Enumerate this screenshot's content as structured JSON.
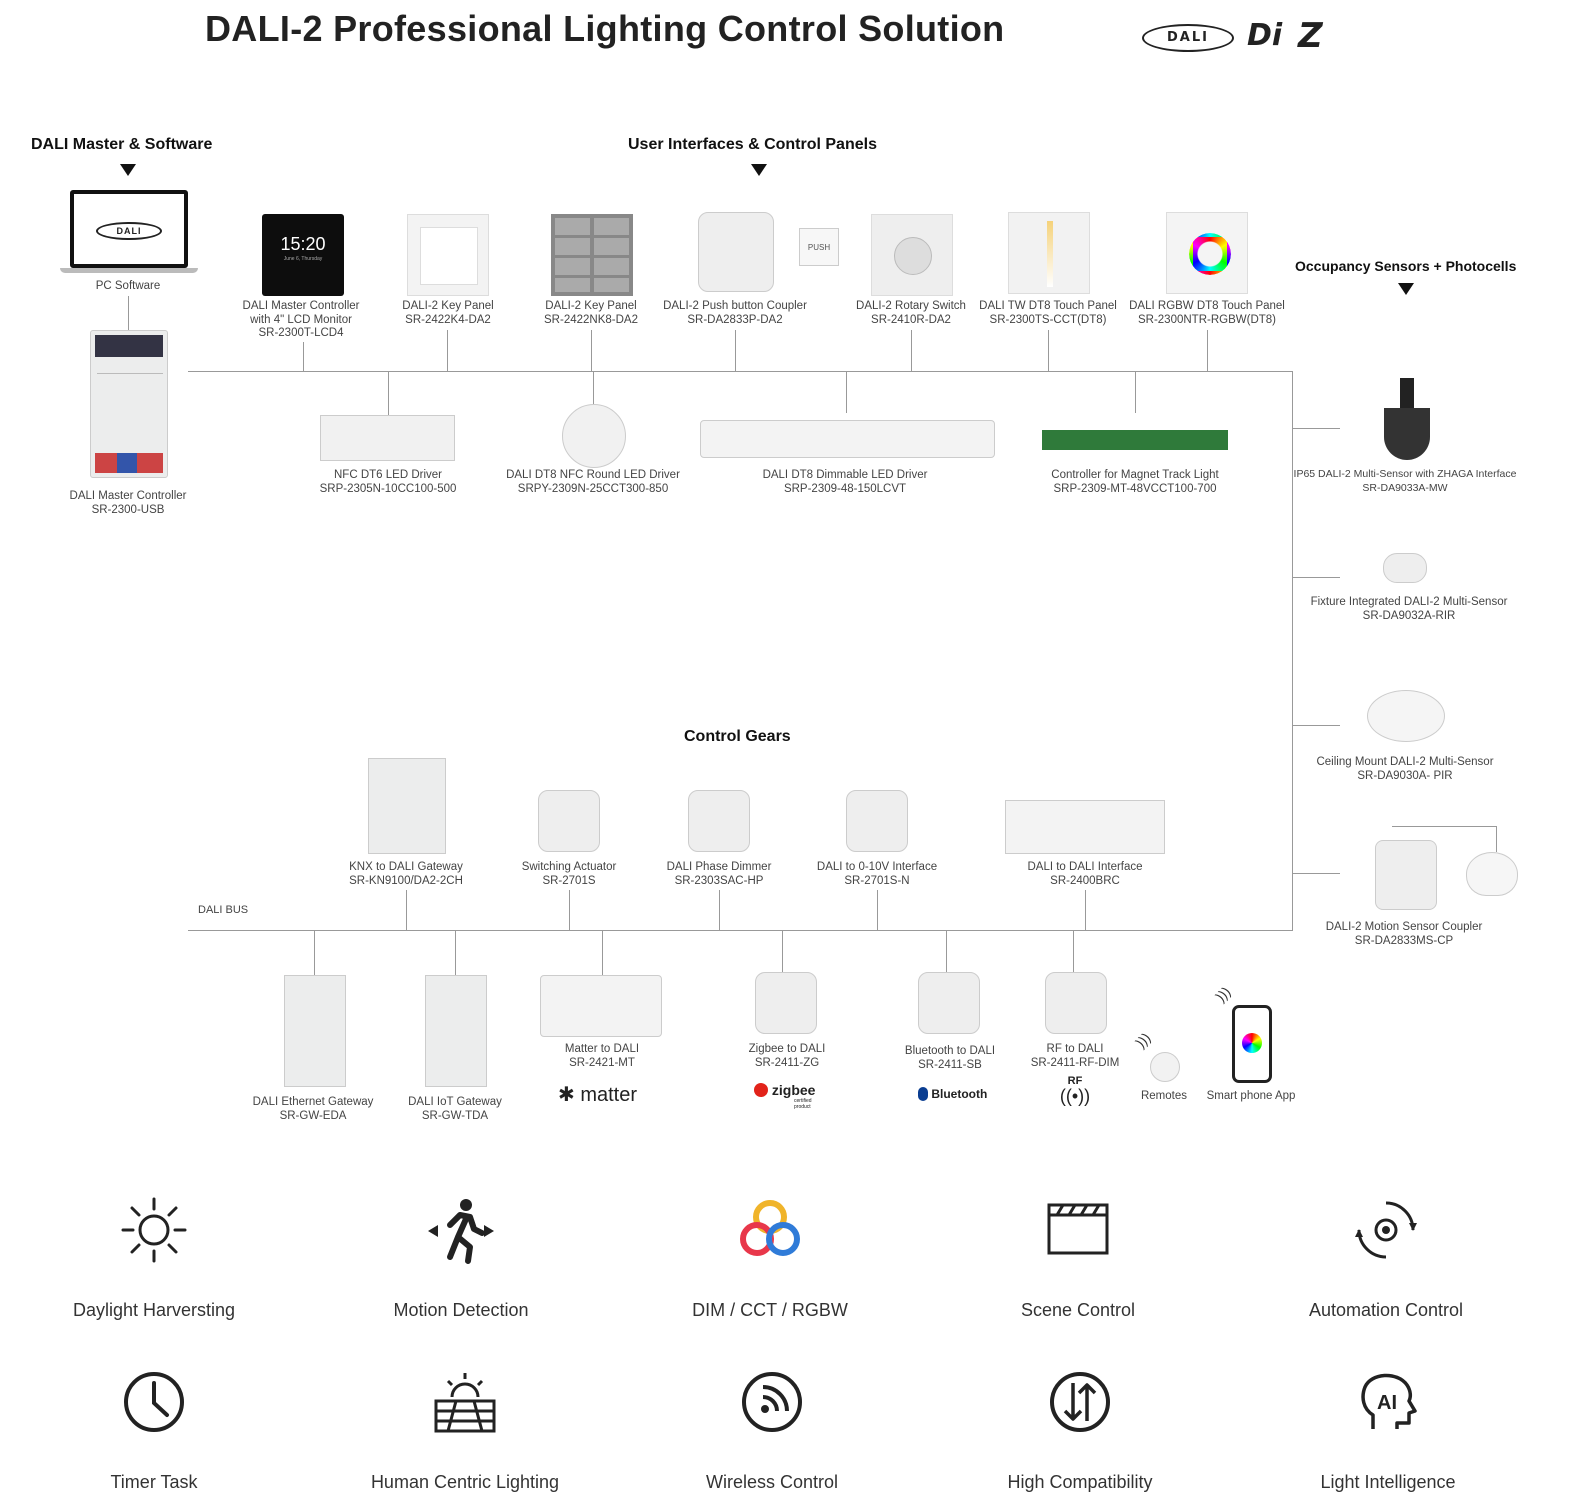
{
  "header": {
    "title": "DALI-2 Professional Lighting Control Solution",
    "logos": [
      "DALI",
      "Di",
      "Z"
    ]
  },
  "sections": {
    "master": "DALI Master & Software",
    "ui": "User Interfaces & Control Panels",
    "sensors": "Occupancy Sensors + Photocells",
    "gears": "Control Gears",
    "bus": "DALI BUS"
  },
  "lcd": {
    "time": "15:20",
    "date": "June 6, Thursday"
  },
  "push_label": "PUSH",
  "master_devices": [
    {
      "lines": [
        "PC Software"
      ]
    },
    {
      "lines": [
        "DALI Master Controller",
        "SR-2300-USB"
      ]
    }
  ],
  "panels": [
    {
      "lines": [
        "DALI Master Controller",
        "with 4\" LCD Monitor",
        "SR-2300T-LCD4"
      ]
    },
    {
      "lines": [
        "DALI-2 Key Panel",
        "SR-2422K4-DA2"
      ]
    },
    {
      "lines": [
        "DALI-2 Key Panel",
        "SR-2422NK8-DA2"
      ]
    },
    {
      "lines": [
        "DALI-2 Push button Coupler",
        "SR-DA2833P-DA2"
      ]
    },
    {
      "lines": [
        "DALI-2 Rotary Switch",
        "SR-2410R-DA2"
      ]
    },
    {
      "lines": [
        "DALI TW DT8 Touch Panel",
        "SR-2300TS-CCT(DT8)"
      ]
    },
    {
      "lines": [
        "DALI RGBW DT8 Touch Panel",
        "SR-2300NTR-RGBW(DT8)"
      ]
    }
  ],
  "drivers": [
    {
      "lines": [
        "NFC DT6 LED Driver",
        "SRP-2305N-10CC100-500"
      ]
    },
    {
      "lines": [
        "DALI DT8 NFC Round LED Driver",
        "SRPY-2309N-25CCT300-850"
      ]
    },
    {
      "lines": [
        "DALI DT8 Dimmable LED Driver",
        "SRP-2309-48-150LCVT"
      ]
    },
    {
      "lines": [
        "Controller for Magnet Track Light",
        "SRP-2309-MT-48VCCT100-700"
      ]
    }
  ],
  "sensors": [
    {
      "lines": [
        "IP65 DALI-2 Multi-Sensor with ZHAGA Interface",
        "SR-DA9033A-MW"
      ]
    },
    {
      "lines": [
        "Fixture Integrated DALI-2 Multi-Sensor",
        "SR-DA9032A-RIR"
      ]
    },
    {
      "lines": [
        "Ceiling Mount DALI-2 Multi-Sensor",
        "SR-DA9030A- PIR"
      ]
    },
    {
      "lines": [
        "DALI-2 Motion Sensor Coupler",
        "SR-DA2833MS-CP"
      ]
    }
  ],
  "gears": [
    {
      "lines": [
        "KNX to DALI Gateway",
        "SR-KN9100/DA2-2CH"
      ]
    },
    {
      "lines": [
        "Switching Actuator",
        "SR-2701S"
      ]
    },
    {
      "lines": [
        "DALI Phase Dimmer",
        "SR-2303SAC-HP"
      ]
    },
    {
      "lines": [
        "DALI to 0-10V Interface",
        "SR-2701S-N"
      ]
    },
    {
      "lines": [
        "DALI to DALI Interface",
        "SR-2400BRC"
      ]
    }
  ],
  "gateways": [
    {
      "lines": [
        "DALI Ethernet Gateway",
        "SR-GW-EDA"
      ]
    },
    {
      "lines": [
        "DALI IoT Gateway",
        "SR-GW-TDA"
      ]
    },
    {
      "lines": [
        "Matter to DALI",
        "SR-2421-MT"
      ]
    },
    {
      "lines": [
        "Zigbee to DALI",
        "SR-2411-ZG"
      ]
    },
    {
      "lines": [
        "Bluetooth to DALI",
        "SR-2411-SB"
      ]
    },
    {
      "lines": [
        "RF to DALI",
        "SR-2411-RF-DIM"
      ]
    },
    {
      "lines": [
        "Remotes"
      ]
    },
    {
      "lines": [
        "Smart phone App"
      ]
    }
  ],
  "protocol_logos": {
    "matter": "matter",
    "zigbee": "zigbee",
    "zigbee_sub": "certified product",
    "bluetooth": "Bluetooth",
    "rf": "RF"
  },
  "features": [
    {
      "label": "Daylight Harversting",
      "icon": "sun-icon"
    },
    {
      "label": "Motion Detection",
      "icon": "running-person-icon"
    },
    {
      "label": "DIM / CCT / RGBW",
      "icon": "color-rings-icon"
    },
    {
      "label": "Scene Control",
      "icon": "clapperboard-icon"
    },
    {
      "label": "Automation Control",
      "icon": "gear-cycle-icon"
    },
    {
      "label": "Timer Task",
      "icon": "clock-icon"
    },
    {
      "label": "Human Centric Lighting",
      "icon": "sunrise-field-icon"
    },
    {
      "label": "Wireless Control",
      "icon": "wireless-icon"
    },
    {
      "label": "High Compatibility",
      "icon": "updown-arrows-icon"
    },
    {
      "label": "Light Intelligence",
      "icon": "ai-head-icon"
    }
  ]
}
